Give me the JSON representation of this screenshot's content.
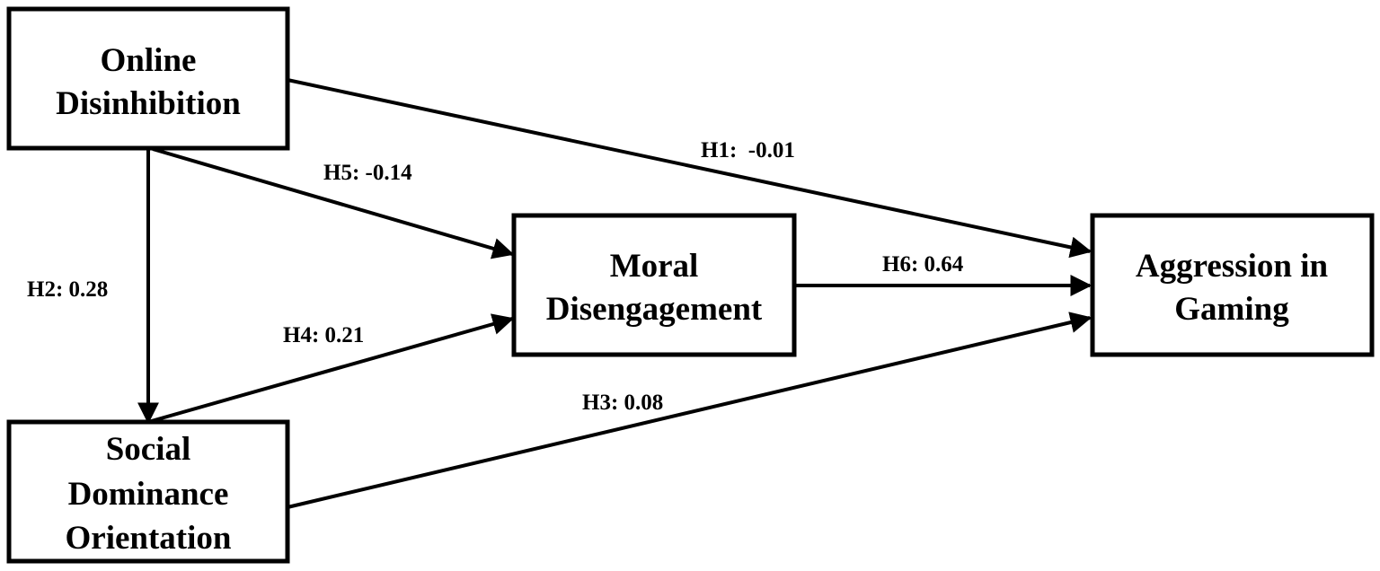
{
  "nodes": {
    "online_disinhibition": {
      "lines": [
        "Online",
        "Disinhibition"
      ]
    },
    "moral_disengagement": {
      "lines": [
        "Moral",
        "Disengagement"
      ]
    },
    "aggression_in_gaming": {
      "lines": [
        "Aggression in",
        "Gaming"
      ]
    },
    "social_dominance_orientation": {
      "lines": [
        "Social",
        "Dominance",
        "Orientation"
      ]
    }
  },
  "edges": {
    "h1": {
      "label": "H1:  -0.01",
      "from": "Online Disinhibition",
      "to": "Aggression in Gaming"
    },
    "h2": {
      "label": "H2: 0.28",
      "from": "Online Disinhibition",
      "to": "Social Dominance Orientation"
    },
    "h3": {
      "label": "H3: 0.08",
      "from": "Social Dominance Orientation",
      "to": "Aggression in Gaming"
    },
    "h4": {
      "label": "H4: 0.21",
      "from": "Social Dominance Orientation",
      "to": "Moral Disengagement"
    },
    "h5": {
      "label": "H5: -0.14",
      "from": "Online Disinhibition",
      "to": "Moral Disengagement"
    },
    "h6": {
      "label": "H6: 0.64",
      "from": "Moral Disengagement",
      "to": "Aggression in Gaming"
    }
  }
}
